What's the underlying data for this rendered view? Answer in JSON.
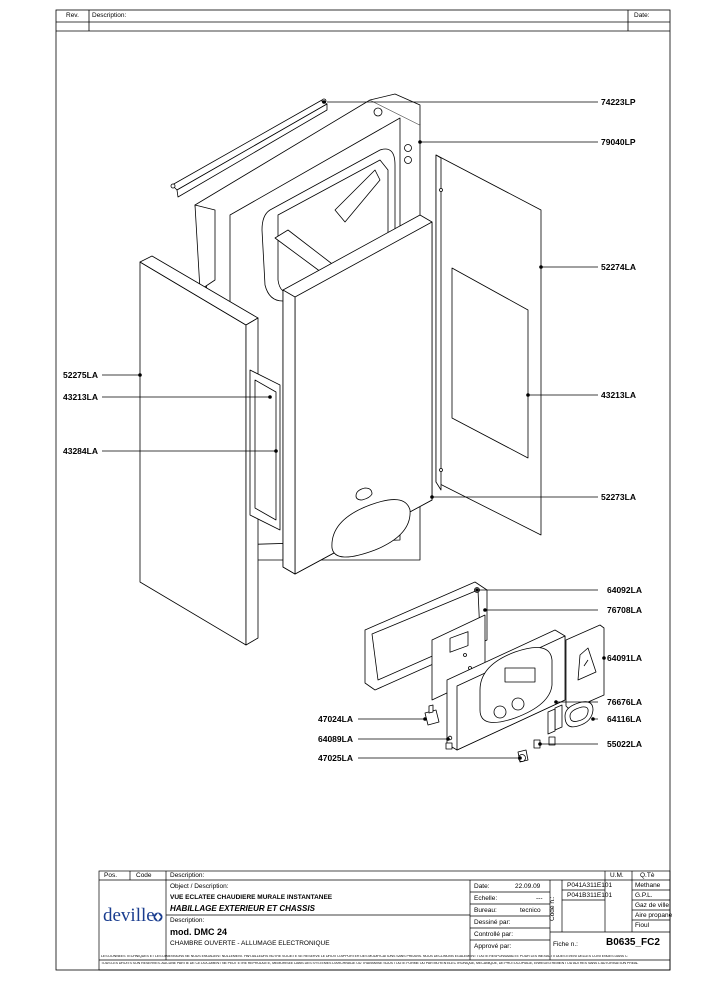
{
  "header": {
    "rev_label": "Rev.",
    "description_label": "Description:",
    "date_label": "Date:"
  },
  "parts": [
    "74223LP",
    "79040LP",
    "52274LA",
    "52275LA",
    "43213LA",
    "43284LA",
    "43213LA",
    "52273LA",
    "64092LA",
    "76708LA",
    "64091LA",
    "76676LA",
    "47024LA",
    "64116LA",
    "64089LA",
    "55022LA",
    "47025LA"
  ],
  "title_block": {
    "pos_label": "Pos.",
    "code_label": "Code",
    "description_label": "Description:",
    "um_label": "U.M.",
    "qte_label": "Q.Tè",
    "object_label": "Object / Description:",
    "object_line1": "VUE ECLATEE CHAUDIERE MURALE INSTANTANEE",
    "object_line2": "HABILLAGE EXTERIEUR ET CHASSIS",
    "description_label2": "Description:",
    "model": "mod. DMC 24",
    "model_desc": "CHAMBRE OUVERTE - ALLUMAGE ELECTRONIQUE",
    "logo_text": "deville",
    "date_label": "Date:",
    "date_value": "22.09.09",
    "echelle_label": "Echelle:",
    "echelle_value": "---",
    "bureau_label": "Bureau:",
    "bureau_value": "tecnico",
    "dessine_label": "Dessiné par:",
    "controle_label": "Controllé par:",
    "approve_label": "Apprové par:",
    "code_n_label": "Code n.:",
    "code1": "P041A311E101",
    "code2": "P041B311E101",
    "gas_types": [
      "Methane",
      "G.P.L.",
      "Gaz de ville",
      "Aire propane",
      "Fioul"
    ],
    "fiche_label": "Fiche n.:",
    "fiche_value": "B0635_FC2",
    "disclaimer1": "LES DONNEES TECHNIQUES ET LES DIMENSIONS NE NOUS ENGAGENT NULLEMENT. PAR AILLEURS NOTRE SOCIETE SE RESERVE LE DROIT D'APPORTER DES MODIFICATIONS SANS PREAVIS. NOUS DECLINONS EGALEMENT TOUTE RESPONSABILITE POUR LES INEXACTITUDES EVENTUELLES CONTENUES DANS C",
    "disclaimer2": "TOUS LES DROITS SON RESERVES. AUCUNE PARTIE DE CE DOCUMENT NE PEUT ETRE REPRODUITE, MEMORISEE DANS DES SYSTEMES D'ARCHIVAGE OU TRANSMISE SOUS TOUTE FORME OU PAR MOYEN ELECTRONIQUE, MECANIQUE, DE PHOTOCOPIAGE, ENREGISTREMENT OU AUTRES SANS L'AUTORISATION PREAL"
  }
}
